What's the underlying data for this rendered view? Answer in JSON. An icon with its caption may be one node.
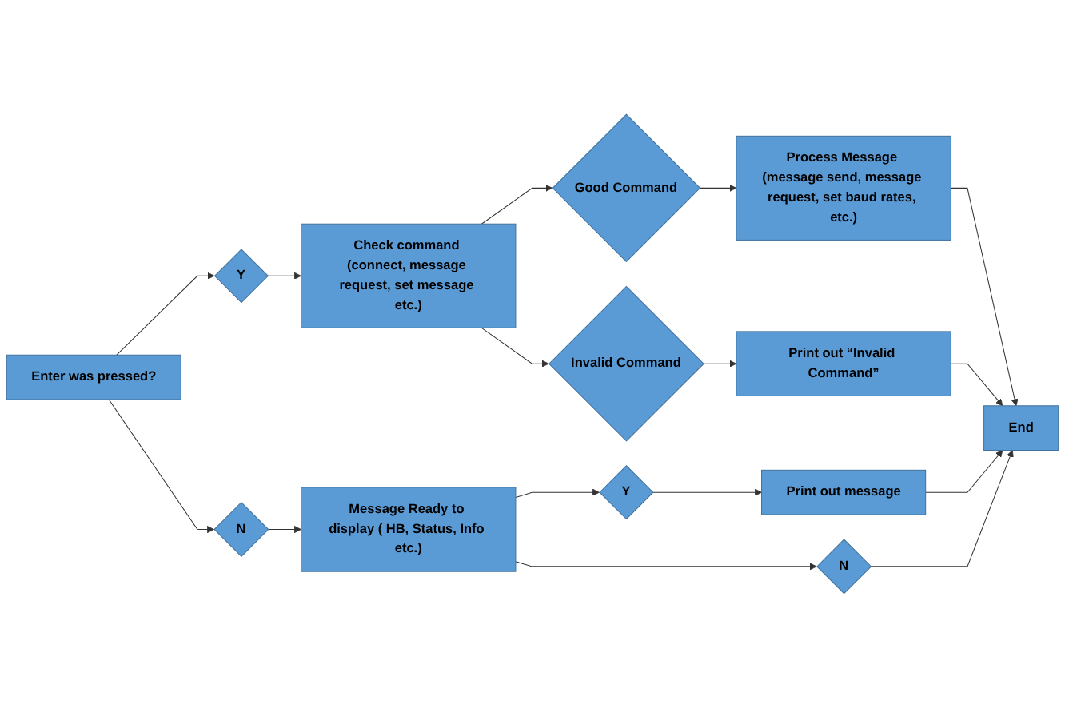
{
  "diagram": {
    "nodes": [
      {
        "text": [
          "Enter was pressed?"
        ]
      },
      {
        "text": [
          "Y"
        ]
      },
      {
        "text": [
          "Check command (connect, message request, set message etc.)"
        ]
      },
      {
        "text": [
          "Good Command"
        ]
      },
      {
        "text": [
          "Process Message (message send, message request, set baud rates, etc.)"
        ]
      },
      {
        "text": [
          "N"
        ]
      },
      {
        "text": [
          "Invalid Command"
        ]
      },
      {
        "text": [
          "Print out “Invalid Command”"
        ]
      },
      {
        "text": [
          "Message Ready to display ( HB, Status, Info etc.)"
        ]
      },
      {
        "text": [
          "Y"
        ]
      },
      {
        "text": [
          "Print out message"
        ]
      },
      {
        "text": [
          "N"
        ]
      },
      {
        "text": [
          "End"
        ]
      }
    ],
    "edges": [
      {
        "from": 0,
        "to": 1,
        "arrow": "to"
      },
      {
        "from": 1,
        "to": 2,
        "arrow": "to"
      },
      {
        "from": 2,
        "to": 3,
        "arrow": "to"
      },
      {
        "from": 3,
        "to": 4,
        "arrow": "to"
      },
      {
        "from": 0,
        "to": 5,
        "arrow": "to"
      },
      {
        "from": 2,
        "to": 6,
        "arrow": "to"
      },
      {
        "from": 6,
        "to": 7,
        "arrow": "to"
      },
      {
        "from": 5,
        "to": 8,
        "arrow": "to"
      },
      {
        "from": 8,
        "to": 9,
        "arrow": "to"
      },
      {
        "from": 9,
        "to": 10,
        "arrow": "to"
      },
      {
        "from": 8,
        "to": 11,
        "arrow": "to"
      },
      {
        "from": 11,
        "to": 12,
        "arrow": "to"
      },
      {
        "from": 4,
        "to": 12,
        "arrow": "to"
      },
      {
        "from": 7,
        "to": 12,
        "arrow": "to"
      },
      {
        "from": 10,
        "to": 12,
        "arrow": "to"
      }
    ]
  }
}
